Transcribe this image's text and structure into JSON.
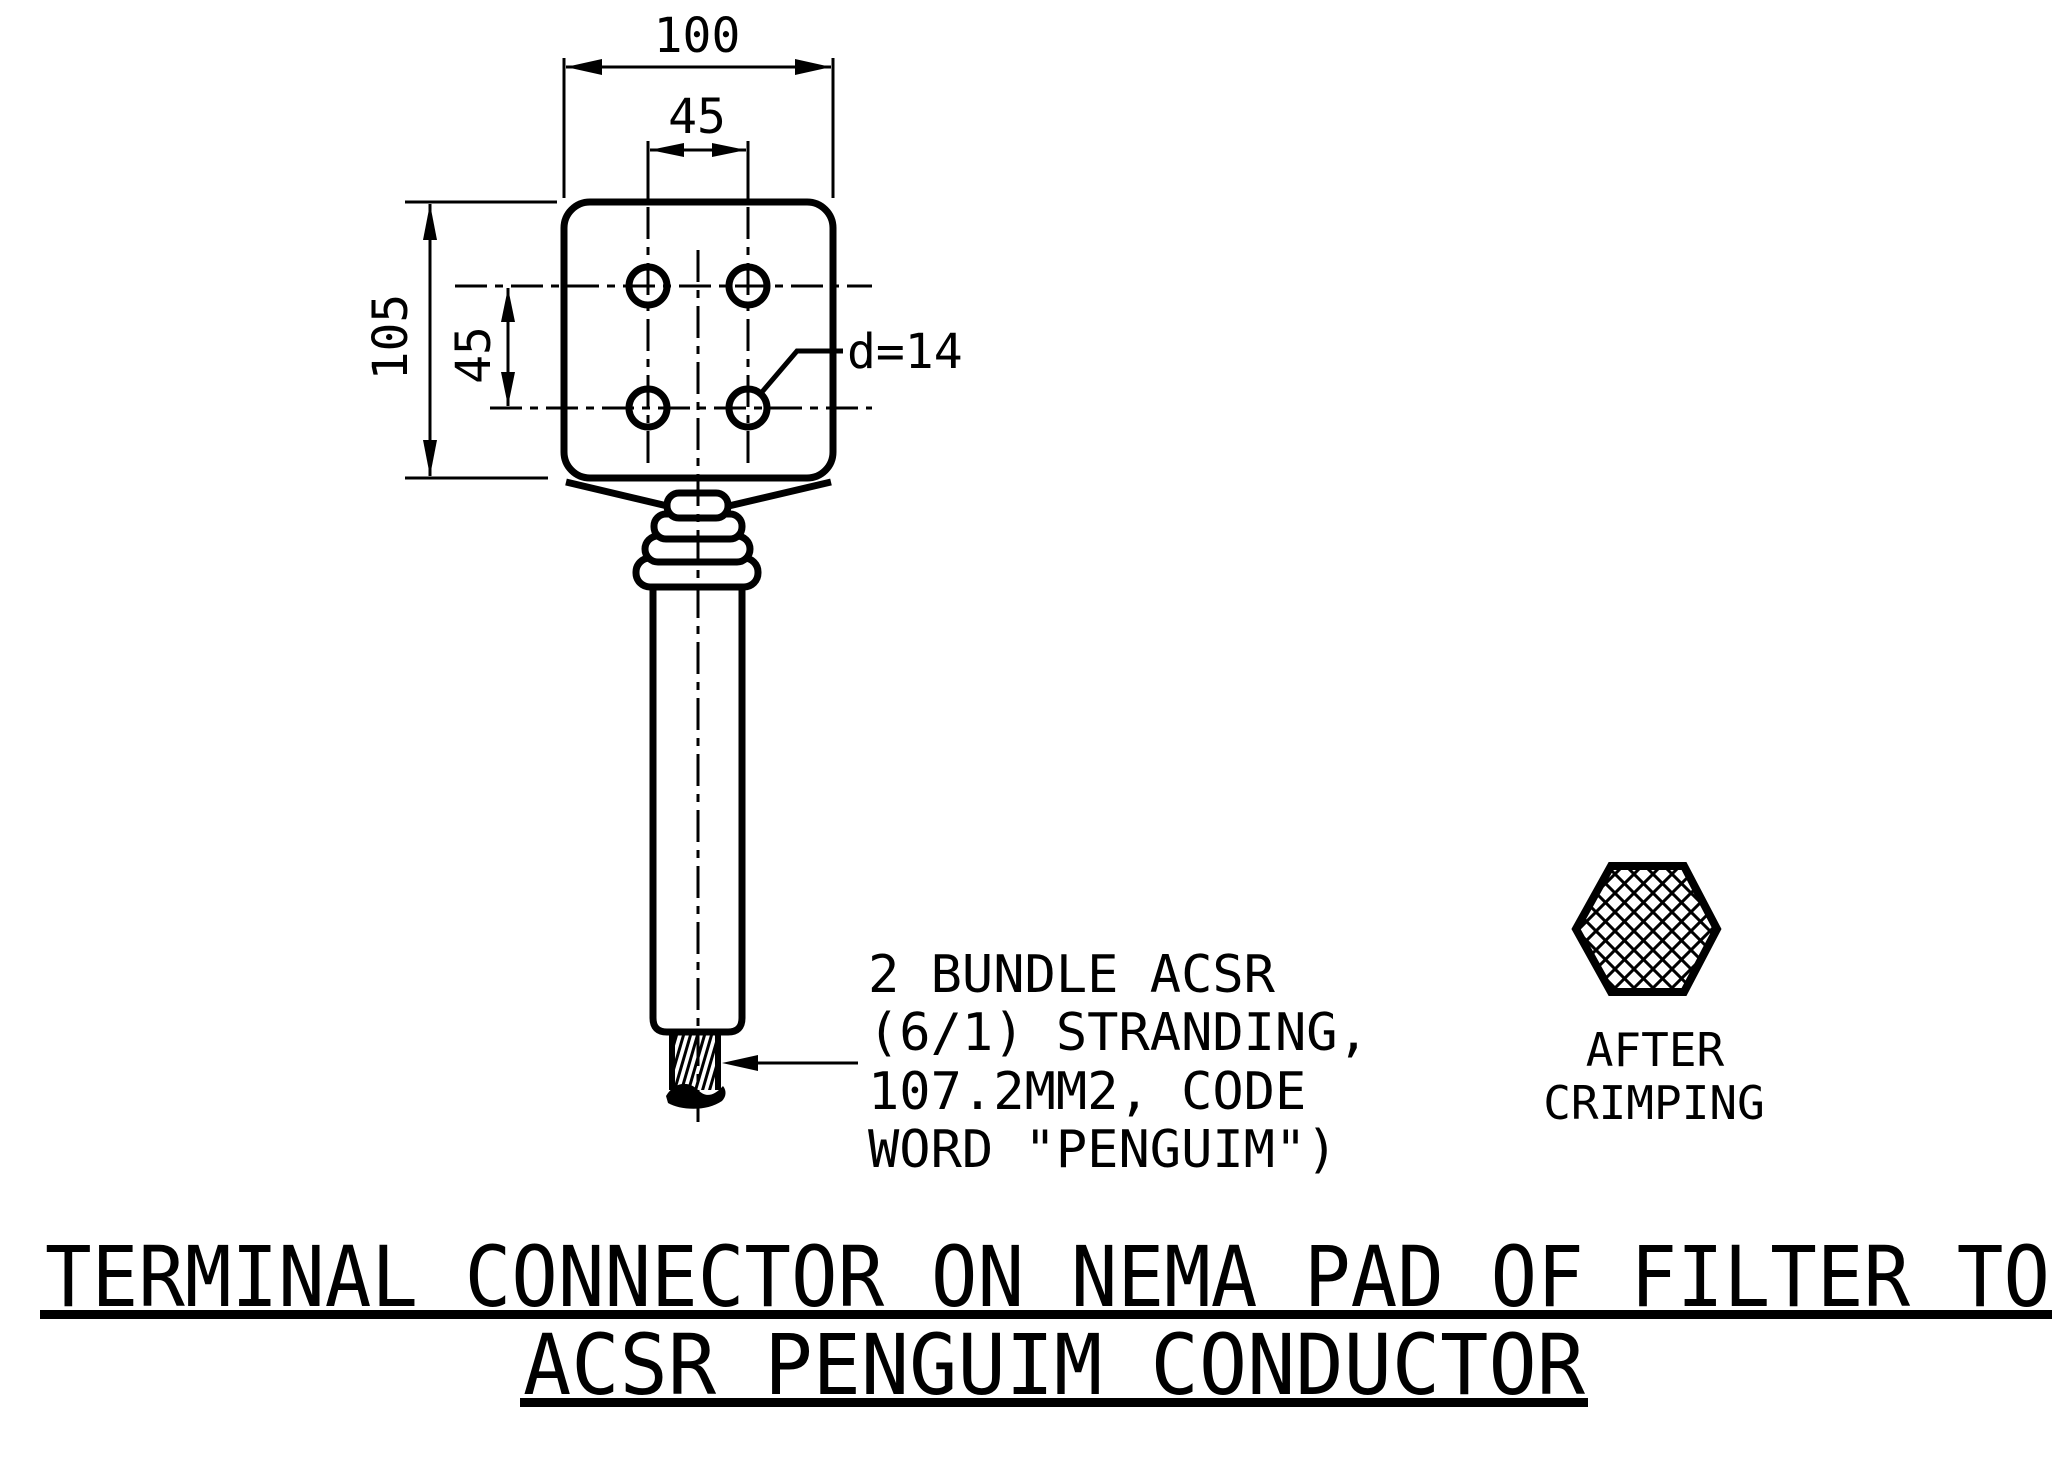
{
  "drawing": {
    "dimensions": {
      "pad_width": "100",
      "hole_spacing_h": "45",
      "pad_height": "105",
      "hole_spacing_v": "45",
      "hole_diameter": "d=14"
    },
    "conductor_note": {
      "line1": "2 BUNDLE ACSR",
      "line2": "(6/1) STRANDING,",
      "line3": "107.2MM2, CODE",
      "line4": "WORD \"PENGUIM\")"
    },
    "crimp_label": {
      "line1": "AFTER",
      "line2": "CRIMPING"
    },
    "title": {
      "line1": "TERMINAL CONNECTOR ON NEMA PAD OF FILTER TO",
      "line2": "ACSR PENGUIM CONDUCTOR"
    },
    "colors": {
      "ink": "#000000",
      "background": "#ffffff"
    }
  }
}
